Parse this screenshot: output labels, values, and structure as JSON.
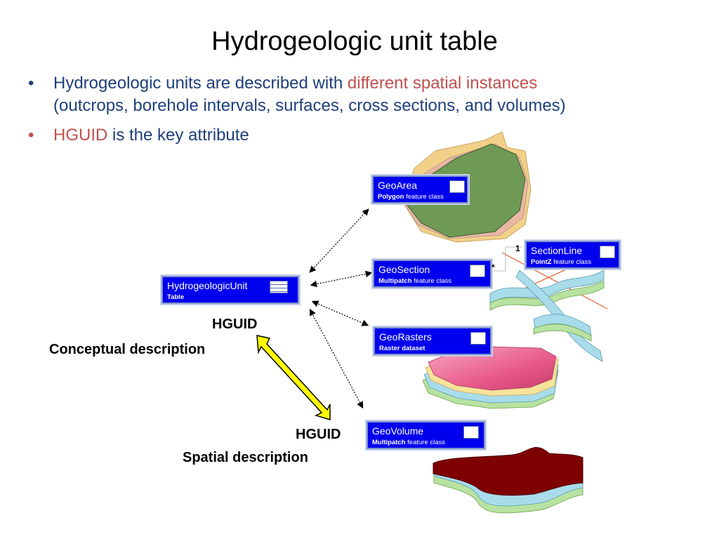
{
  "title": "Hydrogeologic unit table",
  "bullets": {
    "b1_pre": "Hydrogeologic units are described with ",
    "b1_red": "different spatial instances",
    "b1_post": "(outcrops, borehole intervals, surfaces, cross sections, and volumes)",
    "b2_red": "HGUID",
    "b2_post": " is the key attribute"
  },
  "boxes": {
    "hgu": {
      "name": "HydrogeologicUnit",
      "type": "Table"
    },
    "geoarea": {
      "name": "GeoArea",
      "type_bold": "Polygon",
      "type_rest": "feature class"
    },
    "geosection": {
      "name": "GeoSection",
      "type_bold": "Multipatch",
      "type_rest": "feature class"
    },
    "sectionline": {
      "name": "SectionLine",
      "type_bold": "PointZ",
      "type_rest": "feature class"
    },
    "georasters": {
      "name": "GeoRasters",
      "type_bold": "Raster dataset",
      "type_rest": ""
    },
    "geovolume": {
      "name": "GeoVolume",
      "type_bold": "Multipatch",
      "type_rest": "feature class"
    }
  },
  "labels": {
    "hguid_top": "HGUID",
    "conceptual": "Conceptual description",
    "hguid_bottom": "HGUID",
    "spatial": "Spatial description",
    "cardinality_one": "1",
    "cardinality_many": "*"
  },
  "colors": {
    "text_blue": "#1f3f7a",
    "text_red": "#c0504d",
    "box_blue": "#0000ee",
    "arrow_yellow": "#ffff00",
    "polygon_green": "#6f9a55",
    "volume_red": "#7f0000"
  }
}
